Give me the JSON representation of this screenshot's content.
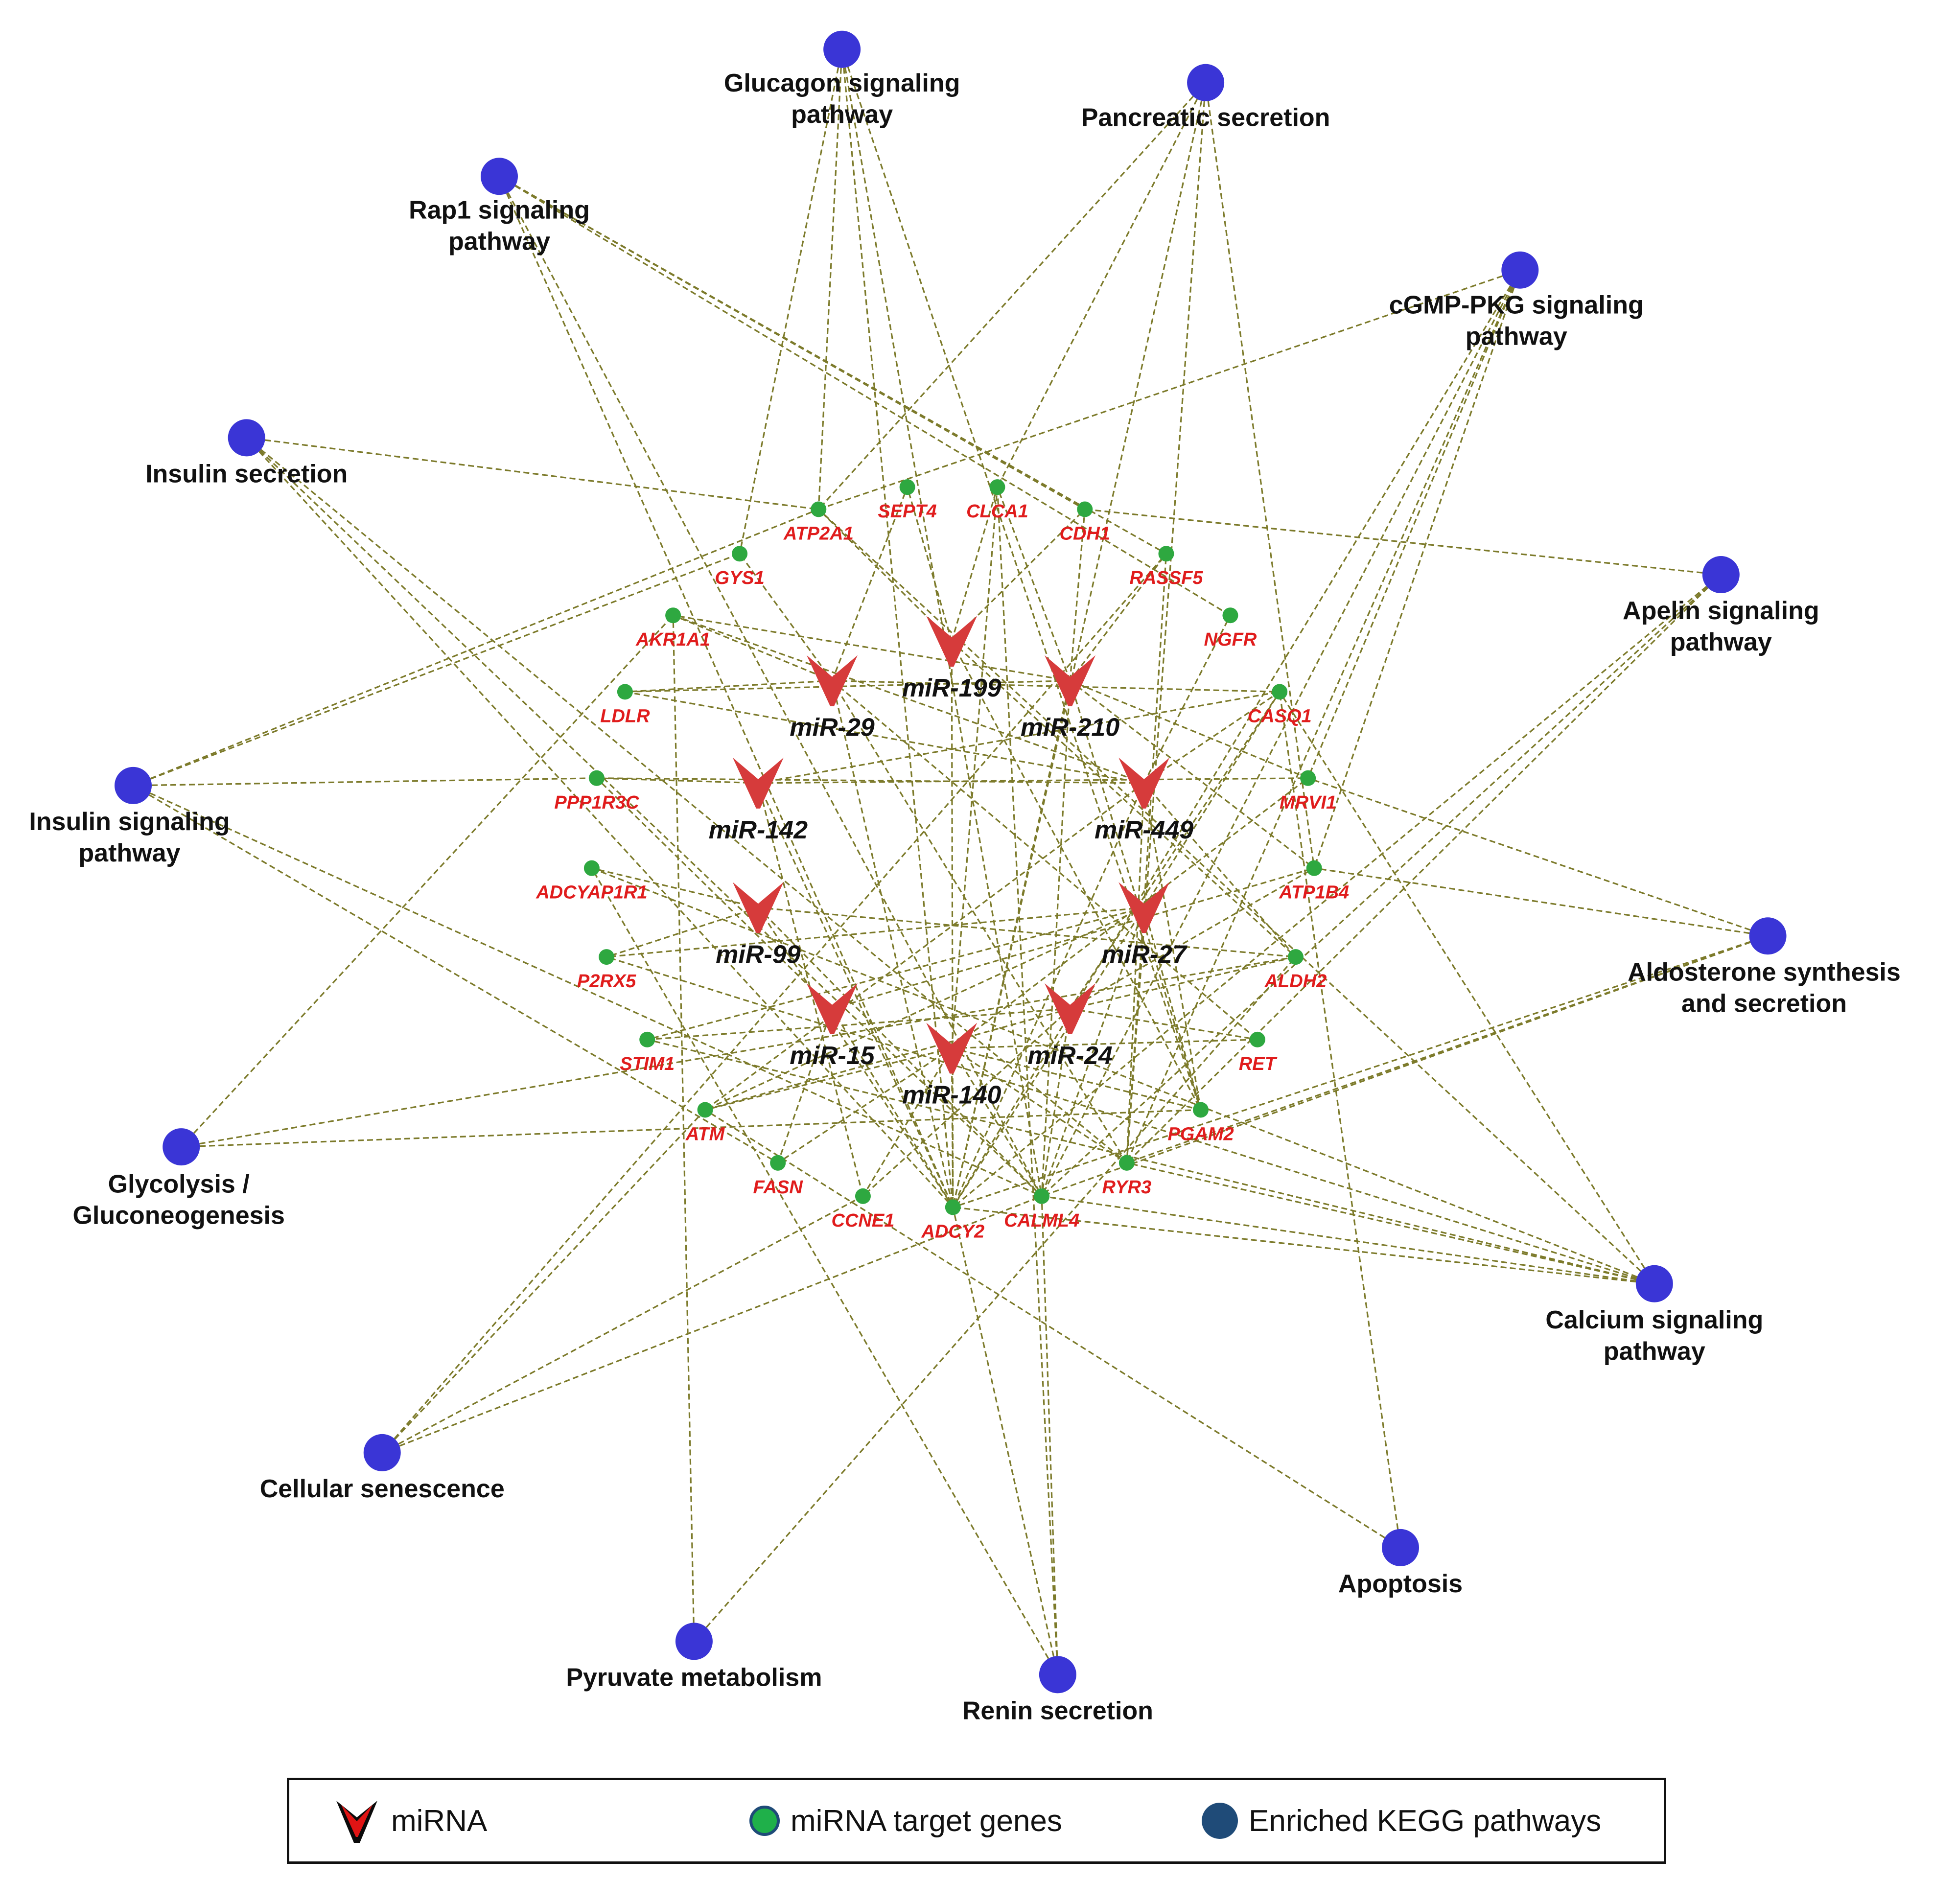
{
  "pathways": [
    {
      "id": "glucagon",
      "lines": [
        "Glucagon signaling",
        "pathway"
      ]
    },
    {
      "id": "pancreatic",
      "lines": [
        "Pancreatic secretion"
      ]
    },
    {
      "id": "rap1",
      "lines": [
        "Rap1 signaling",
        "pathway"
      ]
    },
    {
      "id": "cgmp",
      "lines": [
        "cGMP-PKG signaling",
        "pathway"
      ]
    },
    {
      "id": "insulin_sec",
      "lines": [
        "Insulin secretion"
      ]
    },
    {
      "id": "apelin",
      "lines": [
        "Apelin signaling",
        "pathway"
      ]
    },
    {
      "id": "insulin_sig",
      "lines": [
        "Insulin signaling",
        "pathway"
      ]
    },
    {
      "id": "aldosterone",
      "lines": [
        "Aldosterone synthesis",
        "and secretion"
      ]
    },
    {
      "id": "glycolysis",
      "lines": [
        "Glycolysis /",
        "Gluconeogenesis"
      ]
    },
    {
      "id": "calcium",
      "lines": [
        "Calcium signaling",
        "pathway"
      ]
    },
    {
      "id": "senescence",
      "lines": [
        "Cellular senescence"
      ]
    },
    {
      "id": "apoptosis",
      "lines": [
        "Apoptosis"
      ]
    },
    {
      "id": "pyruvate",
      "lines": [
        "Pyruvate metabolism"
      ]
    },
    {
      "id": "renin",
      "lines": [
        "Renin secretion"
      ]
    }
  ],
  "genes": [
    "ATP2A1",
    "SEPT4",
    "CLCA1",
    "CDH1",
    "GYS1",
    "RASSF5",
    "AKR1A1",
    "NGFR",
    "LDLR",
    "CASQ1",
    "PPP1R3C",
    "MRVI1",
    "ADCYAP1R1",
    "ATP1B4",
    "P2RX5",
    "ALDH2",
    "STIM1",
    "RET",
    "ATM",
    "PGAM2",
    "FASN",
    "RYR3",
    "CCNE1",
    "ADCY2",
    "CALML4"
  ],
  "mirnas": [
    "miR-199",
    "miR-29",
    "miR-210",
    "miR-142",
    "miR-449",
    "miR-99",
    "miR-27",
    "miR-15",
    "miR-24",
    "miR-140"
  ],
  "edges": [
    [
      "miR-29",
      "GYS1"
    ],
    [
      "miR-29",
      "AKR1A1"
    ],
    [
      "miR-29",
      "LDLR"
    ],
    [
      "miR-29",
      "SEPT4"
    ],
    [
      "miR-29",
      "CASQ1"
    ],
    [
      "miR-29",
      "ADCY2"
    ],
    [
      "miR-29",
      "RYR3"
    ],
    [
      "miR-29",
      "RET"
    ],
    [
      "miR-199",
      "SEPT4"
    ],
    [
      "miR-199",
      "CLCA1"
    ],
    [
      "miR-199",
      "CDH1"
    ],
    [
      "miR-199",
      "ATP2A1"
    ],
    [
      "miR-199",
      "ADCY2"
    ],
    [
      "miR-199",
      "PGAM2"
    ],
    [
      "miR-199",
      "ALDH2"
    ],
    [
      "miR-210",
      "CLCA1"
    ],
    [
      "miR-210",
      "CDH1"
    ],
    [
      "miR-210",
      "RASSF5"
    ],
    [
      "miR-210",
      "AKR1A1"
    ],
    [
      "miR-210",
      "LDLR"
    ],
    [
      "miR-210",
      "ADCY2"
    ],
    [
      "miR-210",
      "CALML4"
    ],
    [
      "miR-210",
      "PGAM2"
    ],
    [
      "miR-210",
      "MRVI1"
    ],
    [
      "miR-210",
      "ATP1B4"
    ],
    [
      "miR-142",
      "PPP1R3C"
    ],
    [
      "miR-142",
      "MRVI1"
    ],
    [
      "miR-142",
      "ADCY2"
    ],
    [
      "miR-142",
      "CCNE1"
    ],
    [
      "miR-142",
      "CASQ1"
    ],
    [
      "miR-449",
      "NGFR"
    ],
    [
      "miR-449",
      "CASQ1"
    ],
    [
      "miR-449",
      "AKR1A1"
    ],
    [
      "miR-449",
      "PPP1R3C"
    ],
    [
      "miR-449",
      "ATM"
    ],
    [
      "miR-449",
      "ADCY2"
    ],
    [
      "miR-449",
      "PGAM2"
    ],
    [
      "miR-449",
      "RYR3"
    ],
    [
      "miR-449",
      "LDLR"
    ],
    [
      "miR-449",
      "ALDH2"
    ],
    [
      "miR-99",
      "ADCYAP1R1"
    ],
    [
      "miR-99",
      "P2RX5"
    ],
    [
      "miR-99",
      "ALDH2"
    ],
    [
      "miR-99",
      "CALML4"
    ],
    [
      "miR-99",
      "ADCY2"
    ],
    [
      "miR-27",
      "P2RX5"
    ],
    [
      "miR-27",
      "RASSF5"
    ],
    [
      "miR-27",
      "CASQ1"
    ],
    [
      "miR-27",
      "STIM1"
    ],
    [
      "miR-27",
      "PGAM2"
    ],
    [
      "miR-27",
      "RYR3"
    ],
    [
      "miR-27",
      "ADCY2"
    ],
    [
      "miR-27",
      "CALML4"
    ],
    [
      "miR-27",
      "ATM"
    ],
    [
      "miR-15",
      "FASN"
    ],
    [
      "miR-15",
      "ATP1B4"
    ],
    [
      "miR-15",
      "ADCY2"
    ],
    [
      "miR-15",
      "PPP1R3C"
    ],
    [
      "miR-24",
      "STIM1"
    ],
    [
      "miR-24",
      "ALDH2"
    ],
    [
      "miR-24",
      "ATM"
    ],
    [
      "miR-24",
      "CALML4"
    ],
    [
      "miR-24",
      "RET"
    ],
    [
      "miR-24",
      "ATP1B4"
    ],
    [
      "miR-24",
      "CCNE1"
    ],
    [
      "miR-24",
      "CASQ1"
    ],
    [
      "miR-140",
      "ATM"
    ],
    [
      "miR-140",
      "FASN"
    ],
    [
      "miR-140",
      "CCNE1"
    ],
    [
      "miR-140",
      "ADCY2"
    ],
    [
      "miR-140",
      "RET"
    ],
    [
      "miR-140",
      "RYR3"
    ],
    [
      "miR-140",
      "CALML4"
    ],
    [
      "miR-140",
      "PGAM2"
    ],
    [
      "miR-140",
      "CLCA1"
    ],
    [
      "miR-140",
      "MRVI1"
    ],
    [
      "glucagon",
      "GYS1"
    ],
    [
      "glucagon",
      "ADCY2"
    ],
    [
      "glucagon",
      "CALML4"
    ],
    [
      "glucagon",
      "PGAM2"
    ],
    [
      "glucagon",
      "ATP2A1"
    ],
    [
      "pancreatic",
      "ATP2A1"
    ],
    [
      "pancreatic",
      "CLCA1"
    ],
    [
      "pancreatic",
      "ADCY2"
    ],
    [
      "pancreatic",
      "ATP1B4"
    ],
    [
      "pancreatic",
      "RYR3"
    ],
    [
      "rap1",
      "CDH1"
    ],
    [
      "rap1",
      "RASSF5"
    ],
    [
      "rap1",
      "ADCY2"
    ],
    [
      "rap1",
      "CALML4"
    ],
    [
      "rap1",
      "NGFR"
    ],
    [
      "cgmp",
      "ATP2A1"
    ],
    [
      "cgmp",
      "ADCY2"
    ],
    [
      "cgmp",
      "CALML4"
    ],
    [
      "cgmp",
      "ATP1B4"
    ],
    [
      "cgmp",
      "MRVI1"
    ],
    [
      "cgmp",
      "RYR3"
    ],
    [
      "insulin_sec",
      "ATP2A1"
    ],
    [
      "insulin_sec",
      "ADCY2"
    ],
    [
      "insulin_sec",
      "RYR3"
    ],
    [
      "insulin_sec",
      "CALML4"
    ],
    [
      "apelin",
      "CDH1"
    ],
    [
      "apelin",
      "RYR3"
    ],
    [
      "apelin",
      "ADCY2"
    ],
    [
      "apelin",
      "CALML4"
    ],
    [
      "insulin_sig",
      "GYS1"
    ],
    [
      "insulin_sig",
      "PPP1R3C"
    ],
    [
      "insulin_sig",
      "CALML4"
    ],
    [
      "insulin_sig",
      "ATP2A1"
    ],
    [
      "insulin_sig",
      "FASN"
    ],
    [
      "aldosterone",
      "ADCY2"
    ],
    [
      "aldosterone",
      "CALML4"
    ],
    [
      "aldosterone",
      "ATP1B4"
    ],
    [
      "aldosterone",
      "RYR3"
    ],
    [
      "aldosterone",
      "MRVI1"
    ],
    [
      "glycolysis",
      "AKR1A1"
    ],
    [
      "glycolysis",
      "ALDH2"
    ],
    [
      "glycolysis",
      "PGAM2"
    ],
    [
      "calcium",
      "ADCY2"
    ],
    [
      "calcium",
      "CALML4"
    ],
    [
      "calcium",
      "ATP2A1"
    ],
    [
      "calcium",
      "RYR3"
    ],
    [
      "calcium",
      "P2RX5"
    ],
    [
      "calcium",
      "ADCYAP1R1"
    ],
    [
      "calcium",
      "CASQ1"
    ],
    [
      "calcium",
      "STIM1"
    ],
    [
      "senescence",
      "ATM"
    ],
    [
      "senescence",
      "CALML4"
    ],
    [
      "senescence",
      "CCNE1"
    ],
    [
      "senescence",
      "RASSF5"
    ],
    [
      "apoptosis",
      "CASQ1"
    ],
    [
      "apoptosis",
      "ATM"
    ],
    [
      "pyruvate",
      "AKR1A1"
    ],
    [
      "pyruvate",
      "ALDH2"
    ],
    [
      "renin",
      "ADCY2"
    ],
    [
      "renin",
      "CALML4"
    ],
    [
      "renin",
      "ADCYAP1R1"
    ],
    [
      "renin",
      "CLCA1"
    ]
  ],
  "legend": {
    "mirna_label": "miRNA",
    "gene_label": "miRNA target genes",
    "pathway_label": "Enriched KEGG pathways"
  },
  "colors": {
    "pathway_node": "#3a35d6",
    "gene_node": "#2ea840",
    "mirna_node": "#d63b3b",
    "gene_label": "#e01c1c",
    "edge": "#7c7a2a"
  }
}
